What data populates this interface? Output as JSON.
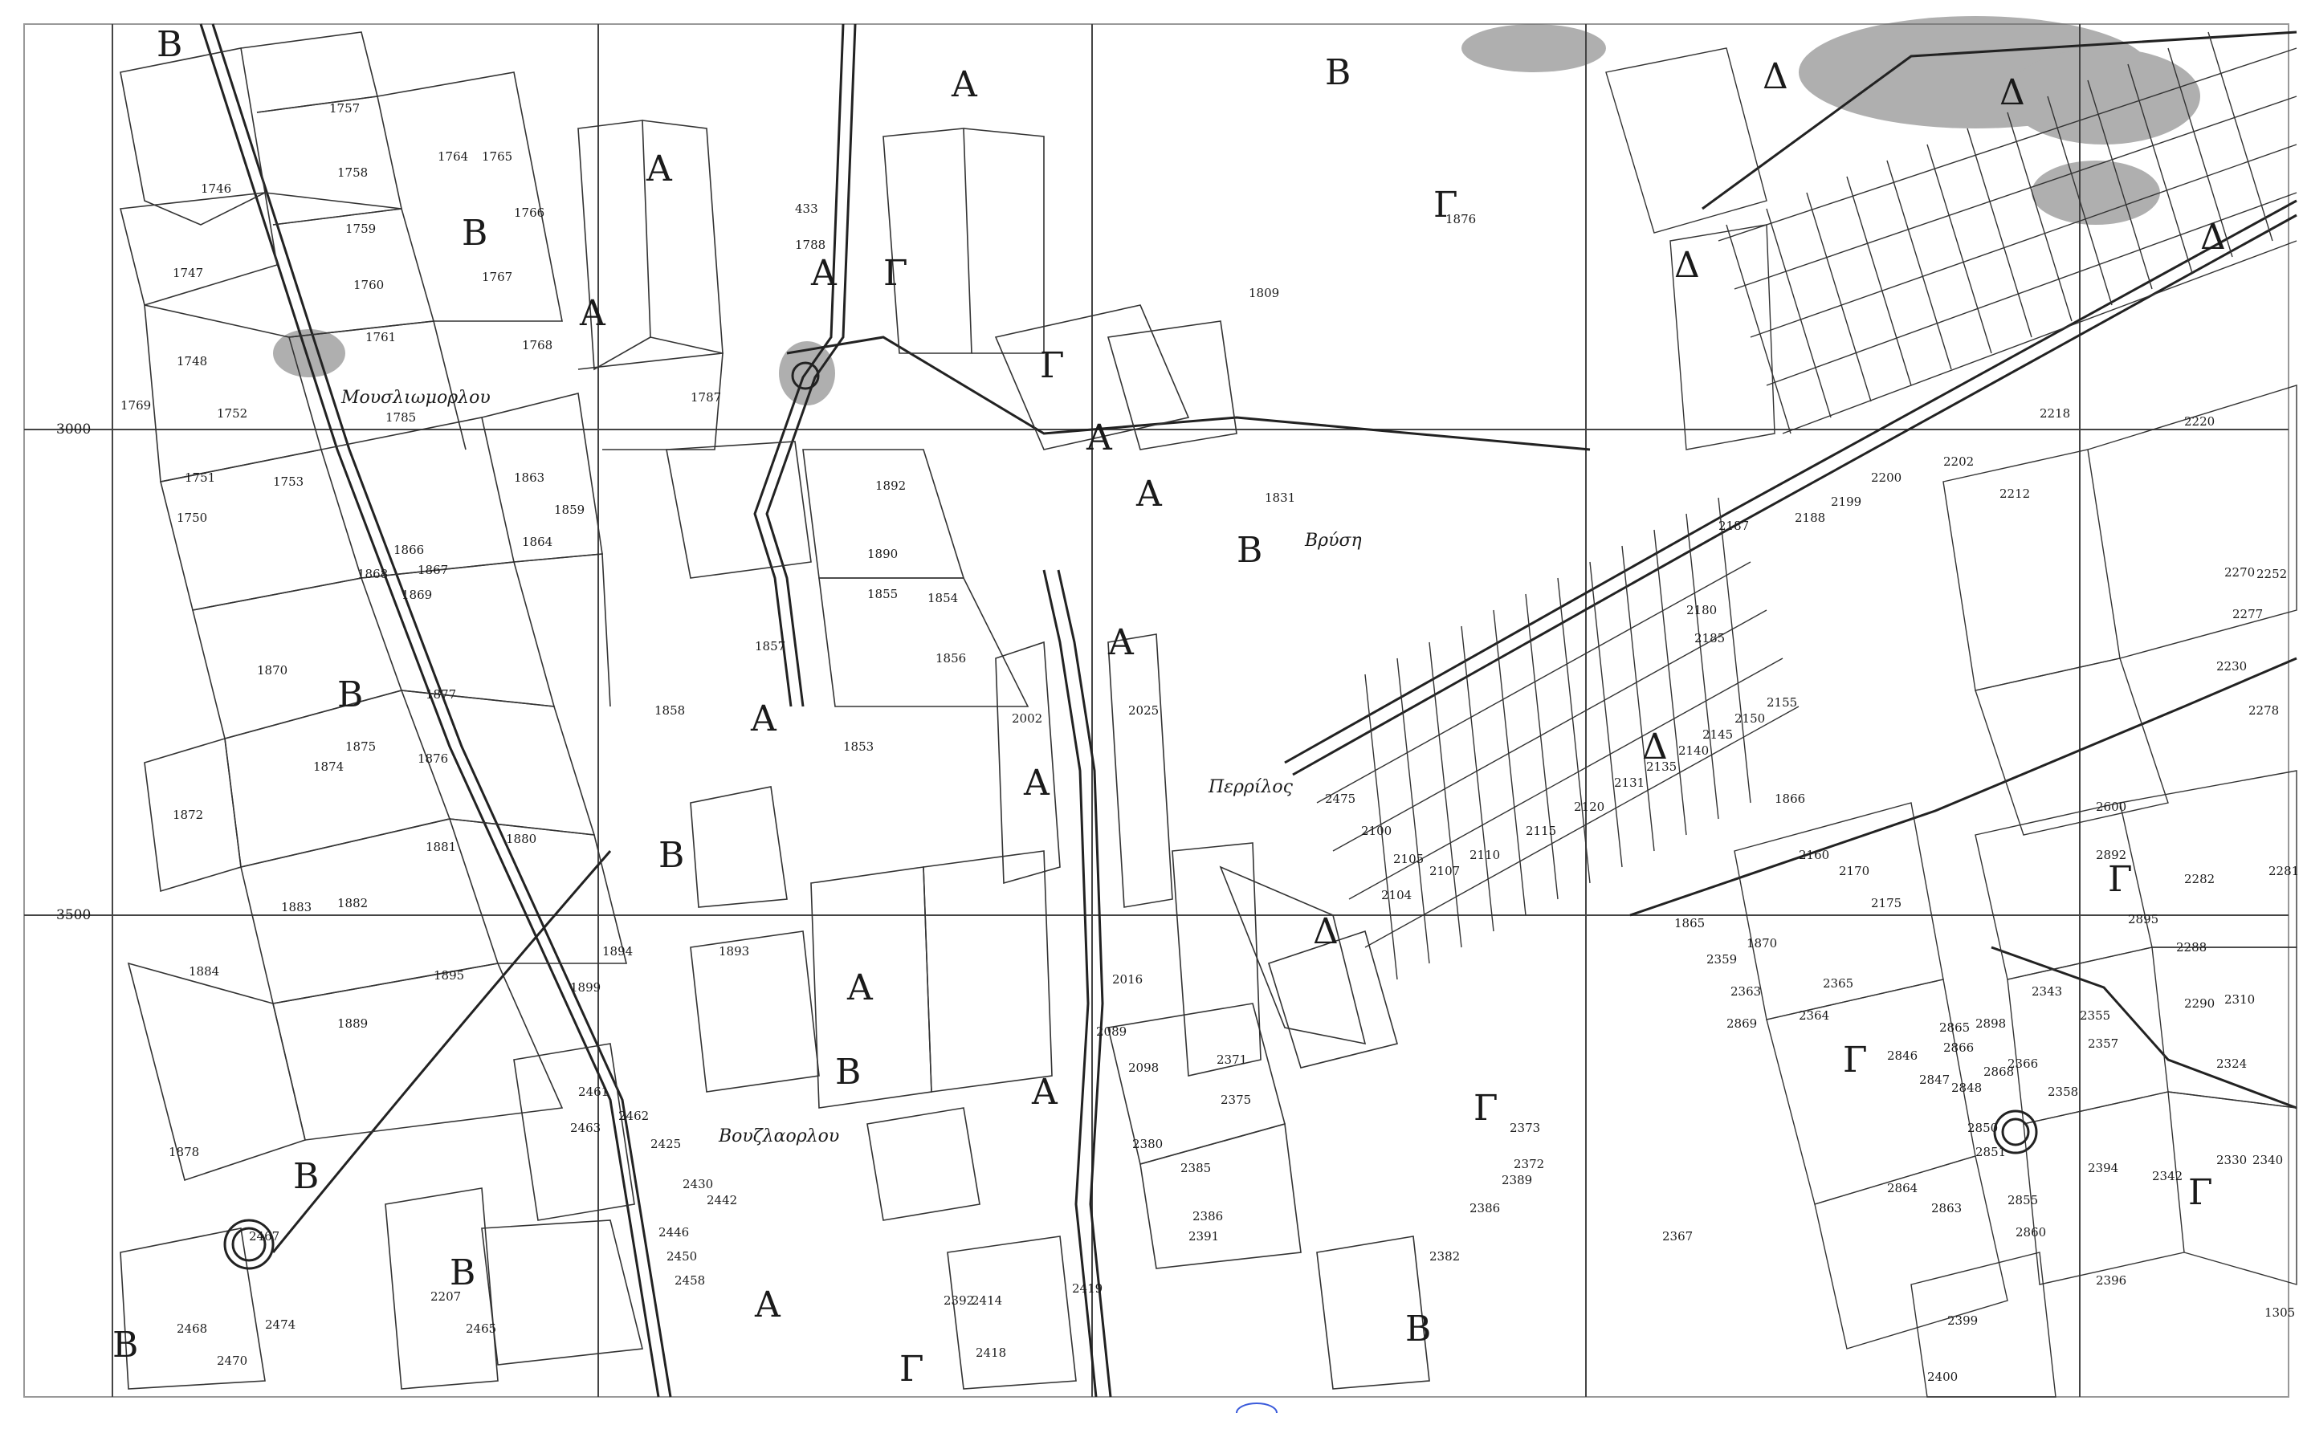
{
  "grid": {
    "northings": [
      "3000",
      "3500"
    ]
  },
  "place_names": {
    "mousoulmorliou": "Μουσλιωμορλου",
    "vrysi": "Βρύση",
    "perrilos": "Περρίλος",
    "vouzlaorlou": "Βουζλαορλου"
  },
  "zone_letters": [
    "Β",
    "Β",
    "Β",
    "Β",
    "Β",
    "Β",
    "Β",
    "Β",
    "Β",
    "Β",
    "Β",
    "Α",
    "Α",
    "Α",
    "Α",
    "Α",
    "Α",
    "Α",
    "Α",
    "Α",
    "Α",
    "Α",
    "Α",
    "Γ",
    "Γ",
    "Γ",
    "Γ",
    "Γ",
    "Γ",
    "Γ",
    "Γ",
    "Δ",
    "Δ",
    "Δ",
    "Δ",
    "Δ",
    "Δ"
  ],
  "parcels": [
    "1757",
    "1758",
    "1759",
    "1760",
    "1761",
    "1764",
    "1765",
    "1766",
    "1767",
    "1768",
    "1746",
    "1747",
    "1748",
    "1750",
    "1751",
    "1752",
    "1753",
    "1769",
    "1785",
    "1787",
    "1788",
    "433",
    "1859",
    "1863",
    "1864",
    "1866",
    "1867",
    "1868",
    "1869",
    "1870",
    "1872",
    "1874",
    "1875",
    "1876",
    "1877",
    "1878",
    "1880",
    "1881",
    "1882",
    "1883",
    "1884",
    "1889",
    "1890",
    "1892",
    "1893",
    "1894",
    "1895",
    "1899",
    "1855",
    "1854",
    "1856",
    "1858",
    "1857",
    "1853",
    "1831",
    "1809",
    "2002",
    "2016",
    "2025",
    "2089",
    "2098",
    "2371",
    "2375",
    "2380",
    "2385",
    "2386",
    "2391",
    "2392",
    "2414",
    "2418",
    "2419",
    "2425",
    "2430",
    "2442",
    "2446",
    "2450",
    "2458",
    "2461",
    "2462",
    "2463",
    "2465",
    "2467",
    "2468",
    "2470",
    "2474",
    "2475",
    "2100",
    "2104",
    "2105",
    "2107",
    "2110",
    "2115",
    "2120",
    "2131",
    "2135",
    "2140",
    "2145",
    "2150",
    "2155",
    "2160",
    "2170",
    "2175",
    "2180",
    "2185",
    "2187",
    "2188",
    "2199",
    "2200",
    "2202",
    "2212",
    "2218",
    "2220",
    "2230",
    "2252",
    "2270",
    "2277",
    "2278",
    "2281",
    "2282",
    "2288",
    "2290",
    "2310",
    "2324",
    "2330",
    "2340",
    "2342",
    "2343",
    "2355",
    "2357",
    "2358",
    "2359",
    "2363",
    "2364",
    "2365",
    "2366",
    "2367",
    "2372",
    "2373",
    "2382",
    "2386",
    "2389",
    "2394",
    "2396",
    "2399",
    "2400",
    "2600",
    "2892",
    "2895",
    "2898",
    "2846",
    "2847",
    "2848",
    "2850",
    "2851",
    "2855",
    "2860",
    "2863",
    "2864",
    "2865",
    "2866",
    "2868",
    "2869",
    "1865",
    "1866",
    "1870",
    "1876",
    "1305",
    "2207"
  ],
  "legend_symbol_colors": {
    "ink": "#1a1a1a",
    "paper": "#ffffff",
    "shadow": "#6e6e6e"
  }
}
